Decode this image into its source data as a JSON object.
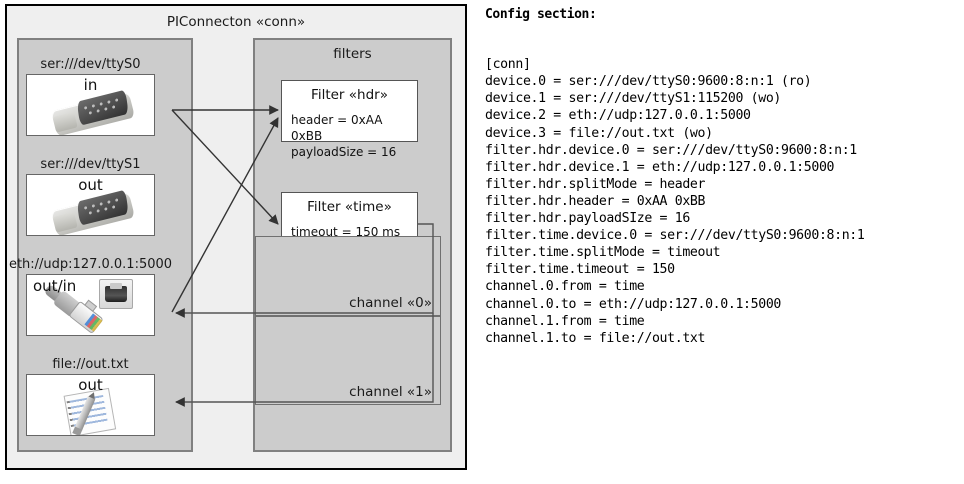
{
  "diagram": {
    "title": "PIConnecton «conn»",
    "devices_panel": {
      "title": "",
      "items": [
        {
          "label": "ser:///dev/ttyS0",
          "direction": "in",
          "icon": "serial-port-icon"
        },
        {
          "label": "ser:///dev/ttyS1",
          "direction": "out",
          "icon": "serial-port-icon"
        },
        {
          "label": "eth://udp:127.0.0.1:5000",
          "direction": "out/in",
          "icon": "ethernet-icon"
        },
        {
          "label": "file://out.txt",
          "direction": "out",
          "icon": "text-document-icon"
        }
      ]
    },
    "filters_panel": {
      "title": "filters",
      "filters": [
        {
          "title": "Filter «hdr»",
          "props": [
            "header = 0xAA 0xBB",
            "payloadSize = 16"
          ]
        },
        {
          "title": "Filter «time»",
          "props": [
            "timeout = 150 ms"
          ]
        }
      ],
      "channels": [
        {
          "label": "channel «0»"
        },
        {
          "label": "channel «1»"
        }
      ]
    },
    "colors": {
      "outer_fill": "#efefef",
      "panel_fill": "#cccccc",
      "box_fill": "#ffffff",
      "outer_border": "#000000",
      "panel_border": "#808080",
      "arrow": "#333333"
    }
  },
  "config": {
    "heading": "Config section:",
    "lines": [
      "[conn]",
      "device.0 = ser:///dev/ttyS0:9600:8:n:1 (ro)",
      "device.1 = ser:///dev/ttyS1:115200 (wo)",
      "device.2 = eth://udp:127.0.0.1:5000",
      "device.3 = file://out.txt (wo)",
      "filter.hdr.device.0 = ser:///dev/ttyS0:9600:8:n:1",
      "filter.hdr.device.1 = eth://udp:127.0.0.1:5000",
      "filter.hdr.splitMode = header",
      "filter.hdr.header = 0xAA 0xBB",
      "filter.hdr.payloadSIze = 16",
      "filter.time.device.0 = ser:///dev/ttyS0:9600:8:n:1",
      "filter.time.splitMode = timeout",
      "filter.time.timeout = 150",
      "channel.0.from = time",
      "channel.0.to = eth://udp:127.0.0.1:5000",
      "channel.1.from = time",
      "channel.1.to = file://out.txt"
    ]
  }
}
